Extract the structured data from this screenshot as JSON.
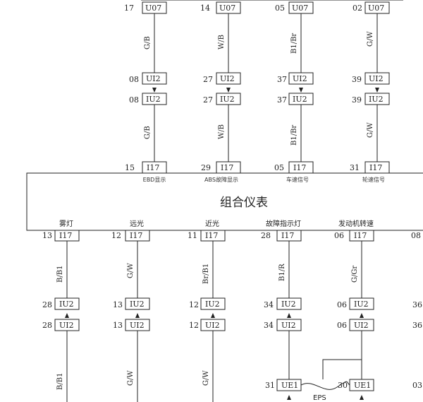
{
  "cluster": {
    "title": "组合仪表"
  },
  "top_row": [
    {
      "pin": "17",
      "conn": "U07"
    },
    {
      "pin": "14",
      "conn": "U07"
    },
    {
      "pin": "05",
      "conn": "U07"
    },
    {
      "pin": "02",
      "conn": "U07"
    }
  ],
  "top_wires_1": [
    "G/B",
    "W/B",
    "B1/Br",
    "G/W"
  ],
  "mid_upper": [
    {
      "pin": "08",
      "conn": "UI2"
    },
    {
      "pin": "27",
      "conn": "UI2"
    },
    {
      "pin": "37",
      "conn": "UI2"
    },
    {
      "pin": "39",
      "conn": "UI2"
    }
  ],
  "mid_lower": [
    {
      "pin": "08",
      "conn": "IU2"
    },
    {
      "pin": "27",
      "conn": "IU2"
    },
    {
      "pin": "37",
      "conn": "IU2"
    },
    {
      "pin": "39",
      "conn": "IU2"
    }
  ],
  "top_wires_2": [
    "G/B",
    "W/B",
    "B1/Br",
    "G/W"
  ],
  "cluster_top": [
    {
      "pin": "15",
      "conn": "I17",
      "label": "EBD显示"
    },
    {
      "pin": "29",
      "conn": "I17",
      "label": "ABS故障显示"
    },
    {
      "pin": "05",
      "conn": "I17",
      "label": "车速信号"
    },
    {
      "pin": "31",
      "conn": "I17",
      "label": "轮速信号"
    }
  ],
  "cluster_bottom": [
    {
      "pin": "13",
      "conn": "I17",
      "label": "雾灯"
    },
    {
      "pin": "12",
      "conn": "I17",
      "label": "远光"
    },
    {
      "pin": "11",
      "conn": "I17",
      "label": "近光"
    },
    {
      "pin": "28",
      "conn": "I17",
      "label": "故障指示灯"
    },
    {
      "pin": "06",
      "conn": "I17",
      "label": "发动机转速"
    },
    {
      "pin": "08",
      "conn": "",
      "label": ""
    }
  ],
  "bottom_wires_1": [
    "B/B1",
    "G/W",
    "Br/B1",
    "B1/R",
    "G/Gr"
  ],
  "bot_upper": [
    {
      "pin": "28",
      "conn": "IU2"
    },
    {
      "pin": "13",
      "conn": "IU2"
    },
    {
      "pin": "12",
      "conn": "IU2"
    },
    {
      "pin": "34",
      "conn": "IU2"
    },
    {
      "pin": "06",
      "conn": "IU2"
    },
    {
      "pin": "36",
      "conn": ""
    }
  ],
  "bot_lower": [
    {
      "pin": "28",
      "conn": "UI2"
    },
    {
      "pin": "13",
      "conn": "UI2"
    },
    {
      "pin": "12",
      "conn": "UI2"
    },
    {
      "pin": "34",
      "conn": "UI2"
    },
    {
      "pin": "06",
      "conn": "UI2"
    },
    {
      "pin": "36",
      "conn": ""
    }
  ],
  "bottom_wires_2": [
    "B/B1",
    "G/W",
    "G/W"
  ],
  "ue_row": [
    {
      "pin": "31",
      "conn": "UE1"
    },
    {
      "pin": "30",
      "conn": "UE1"
    },
    {
      "pin": "03",
      "conn": ""
    }
  ],
  "eps_label": "EPS"
}
